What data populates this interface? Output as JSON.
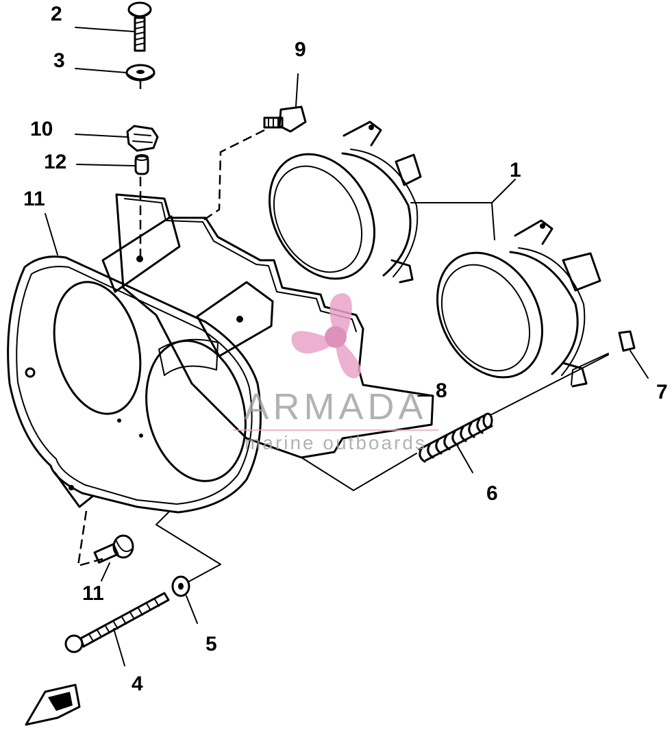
{
  "diagram": {
    "callouts": {
      "c1": "1",
      "c2": "2",
      "c3": "3",
      "c4": "4",
      "c5": "5",
      "c6": "6",
      "c7": "7",
      "c8": "8",
      "c9": "9",
      "c10": "10",
      "c11_top": "11",
      "c11_bottom": "11",
      "c12": "12"
    }
  },
  "watermark": {
    "brand": "ARMADA",
    "tagline": "marine outboards",
    "color_logo": "#e9a4c8",
    "color_text": "#a0a0a0"
  }
}
